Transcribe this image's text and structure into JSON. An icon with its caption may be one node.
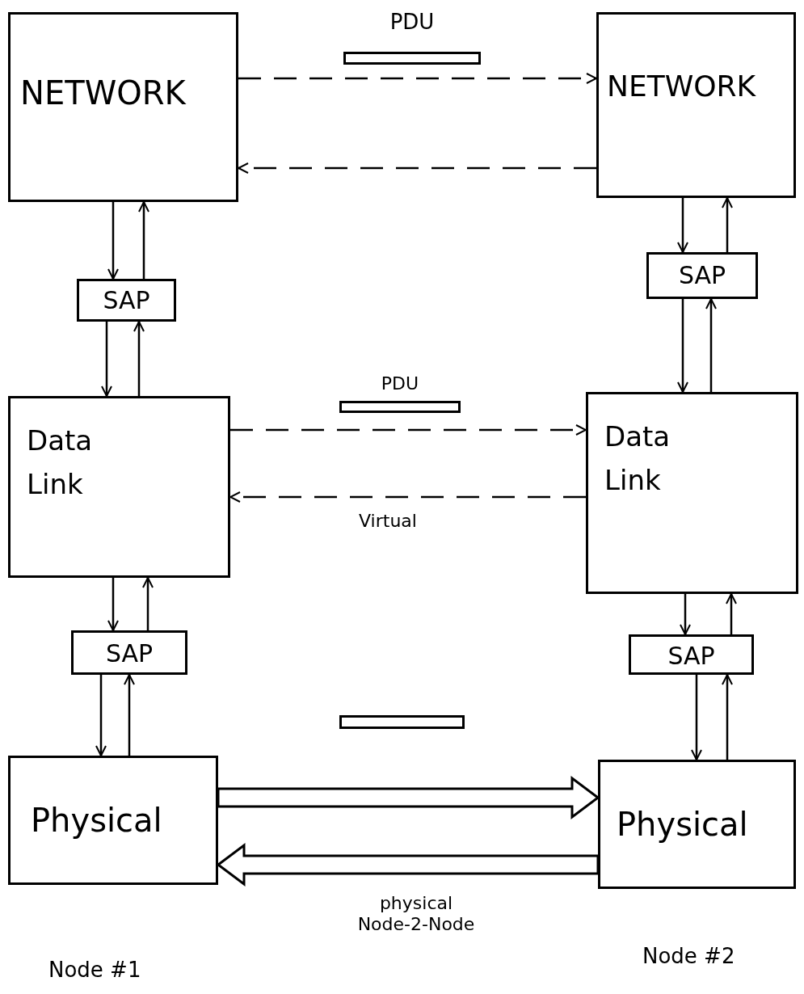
{
  "diagram": {
    "nodes": [
      {
        "text": [
          "NETWORK"
        ]
      },
      {
        "text": [
          "NETWORK"
        ]
      },
      {
        "text": [
          "SAP"
        ]
      },
      {
        "text": [
          "SAP"
        ]
      },
      {
        "text": [
          "Data Link"
        ]
      },
      {
        "text": [
          "Data Link"
        ]
      },
      {
        "text": [
          "SAP"
        ]
      },
      {
        "text": [
          "SAP"
        ]
      },
      {
        "text": [
          "Physical"
        ]
      },
      {
        "text": [
          "Physical"
        ]
      },
      {
        "text": [
          "PDU"
        ]
      },
      {
        "text": [
          "PDU"
        ]
      },
      {
        "text": [],
        "shape": "bar"
      }
    ],
    "edges": [
      {
        "from": 0,
        "to": 1,
        "arrow": "to",
        "style": "dashed"
      },
      {
        "from": 1,
        "to": 0,
        "arrow": "to",
        "style": "dashed"
      },
      {
        "from": 0,
        "to": 2,
        "arrow": "to"
      },
      {
        "from": 2,
        "to": 0,
        "arrow": "to"
      },
      {
        "from": 2,
        "to": 4,
        "arrow": "to"
      },
      {
        "from": 4,
        "to": 2,
        "arrow": "to"
      },
      {
        "from": 4,
        "to": 6,
        "arrow": "to"
      },
      {
        "from": 6,
        "to": 4,
        "arrow": "to"
      },
      {
        "from": 6,
        "to": 8,
        "arrow": "to"
      },
      {
        "from": 8,
        "to": 6,
        "arrow": "to"
      },
      {
        "from": 1,
        "to": 3,
        "arrow": "to"
      },
      {
        "from": 3,
        "to": 1,
        "arrow": "to"
      },
      {
        "from": 3,
        "to": 5,
        "arrow": "to"
      },
      {
        "from": 5,
        "to": 3,
        "arrow": "to"
      },
      {
        "from": 5,
        "to": 7,
        "arrow": "to"
      },
      {
        "from": 7,
        "to": 5,
        "arrow": "to"
      },
      {
        "from": 7,
        "to": 9,
        "arrow": "to"
      },
      {
        "from": 9,
        "to": 7,
        "arrow": "to"
      },
      {
        "from": 4,
        "to": 5,
        "arrow": "to",
        "style": "dashed"
      },
      {
        "from": 5,
        "to": 4,
        "arrow": "to",
        "style": "dashed",
        "label": "Virtual"
      },
      {
        "from": 8,
        "to": 9,
        "arrow": "to",
        "style": "thick"
      },
      {
        "from": 9,
        "to": 8,
        "arrow": "to",
        "style": "thick",
        "label": "physical Node-2-Node"
      }
    ],
    "labels": [
      "Node #2",
      "Node #1"
    ]
  }
}
